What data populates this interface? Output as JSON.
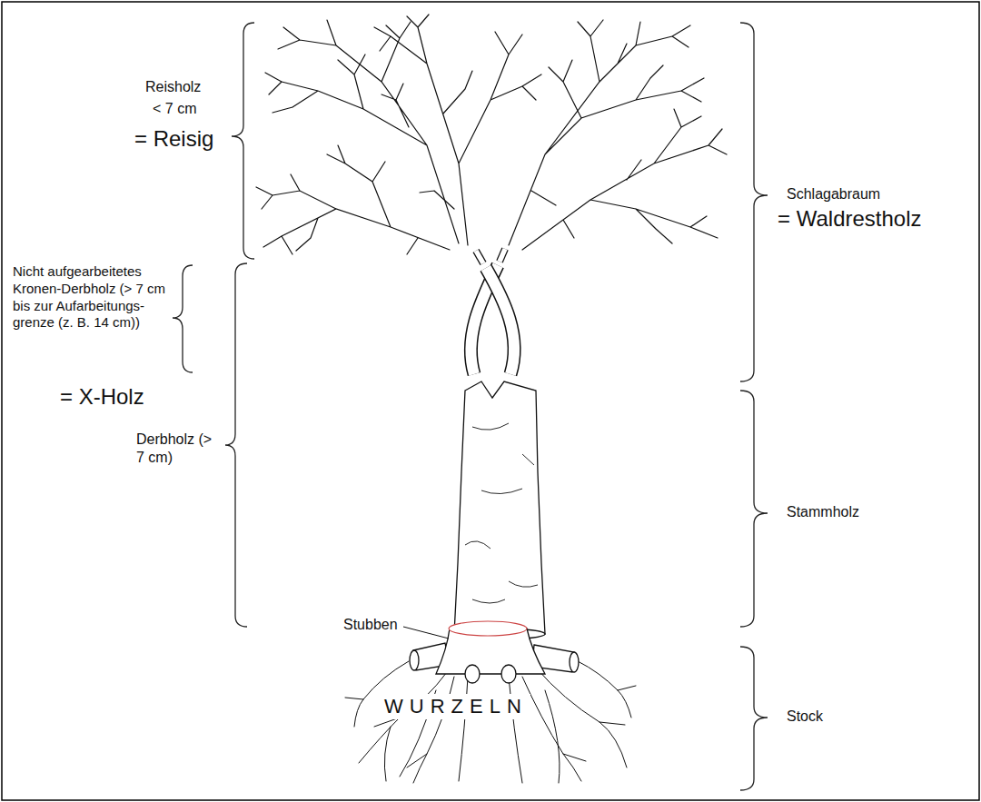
{
  "diagram": {
    "labels": [
      "Reisholz",
      "< 7 cm",
      "= Reisig",
      "Nicht aufgearbeitetes Kronen-Derbholz (> 7 cm bis zur Aufarbeitungs- grenze (z. B. 14 cm))",
      "= X-Holz",
      "Derbholz (> 7 cm)",
      "Schlagabraum",
      "= Waldrestholz",
      "Stammholz",
      "Stubben",
      "WURZELN",
      "Stock"
    ]
  }
}
